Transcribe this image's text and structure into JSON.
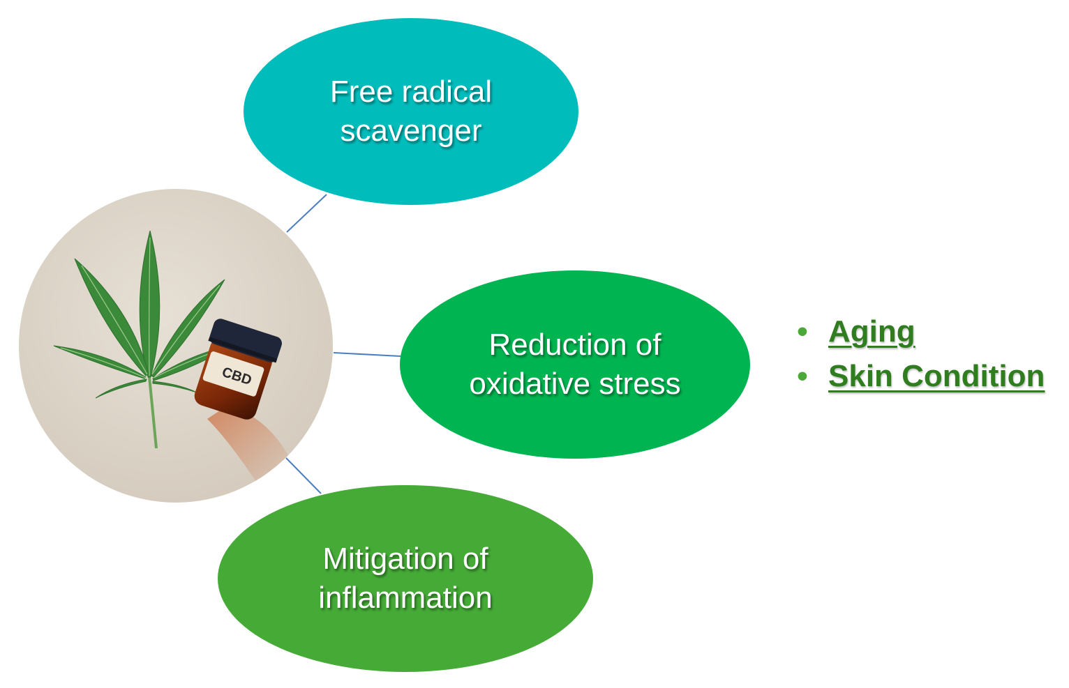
{
  "colors": {
    "node_top": "#00bdbc",
    "node_mid": "#00b551",
    "node_bottom": "#45ab36",
    "connector": "#4a7ebf",
    "bullet_text": "#2f7d1f",
    "bullet_dot": "#4ca739"
  },
  "center_image": {
    "icon": "cannabis-leaf-and-cbd-jar-photo",
    "jar_label": "CBD"
  },
  "nodes": [
    {
      "label": "Free radical\nscavenger"
    },
    {
      "label": "Reduction of\noxidative stress"
    },
    {
      "label": "Mitigation of\ninflammation"
    }
  ],
  "bullets": {
    "marker": "•",
    "items": [
      {
        "label": "Aging"
      },
      {
        "label": "Skin Condition"
      }
    ]
  }
}
